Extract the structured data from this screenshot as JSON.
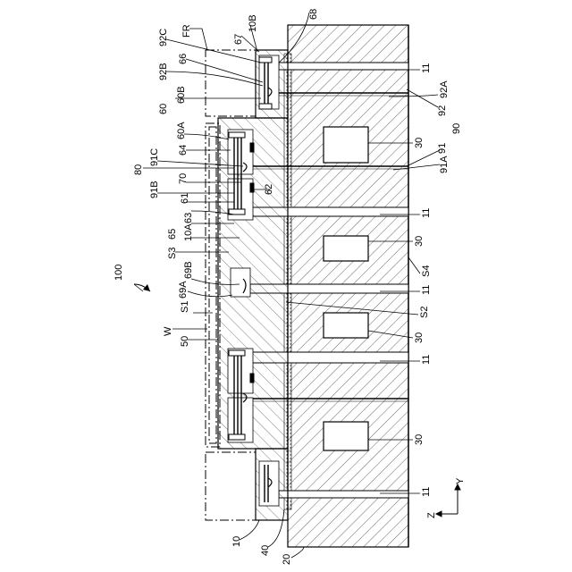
{
  "figure": {
    "labels": {
      "l100": "100",
      "lW": "W",
      "l50": "50",
      "lS1": "S1",
      "l69A": "69A",
      "l69B": "69B",
      "lS3": "S3",
      "l65": "65",
      "l10A": "10A",
      "l63": "63",
      "l61": "61",
      "l91B": "91B",
      "l70": "70",
      "l80": "80",
      "l91C": "91C",
      "l64": "64",
      "l60": "60",
      "l60A": "60A",
      "l60B": "60B",
      "l92B": "92B",
      "l66": "66",
      "l92C": "92C",
      "l67": "67",
      "lFR": "FR",
      "l10B": "10B",
      "l68": "68",
      "l11a": "11",
      "l92A": "92A",
      "l92": "92",
      "l90": "90",
      "l30a": "30",
      "l91": "91",
      "l91A": "91A",
      "l62": "62",
      "l11b": "11",
      "l30b": "30",
      "lS4": "S4",
      "l11c": "11",
      "lS2": "S2",
      "l30c": "30",
      "l11d": "11",
      "l30d": "30",
      "l11e": "11",
      "l10": "10",
      "l40": "40",
      "l20": "20",
      "lZ": "Z",
      "lY": "Y"
    }
  }
}
